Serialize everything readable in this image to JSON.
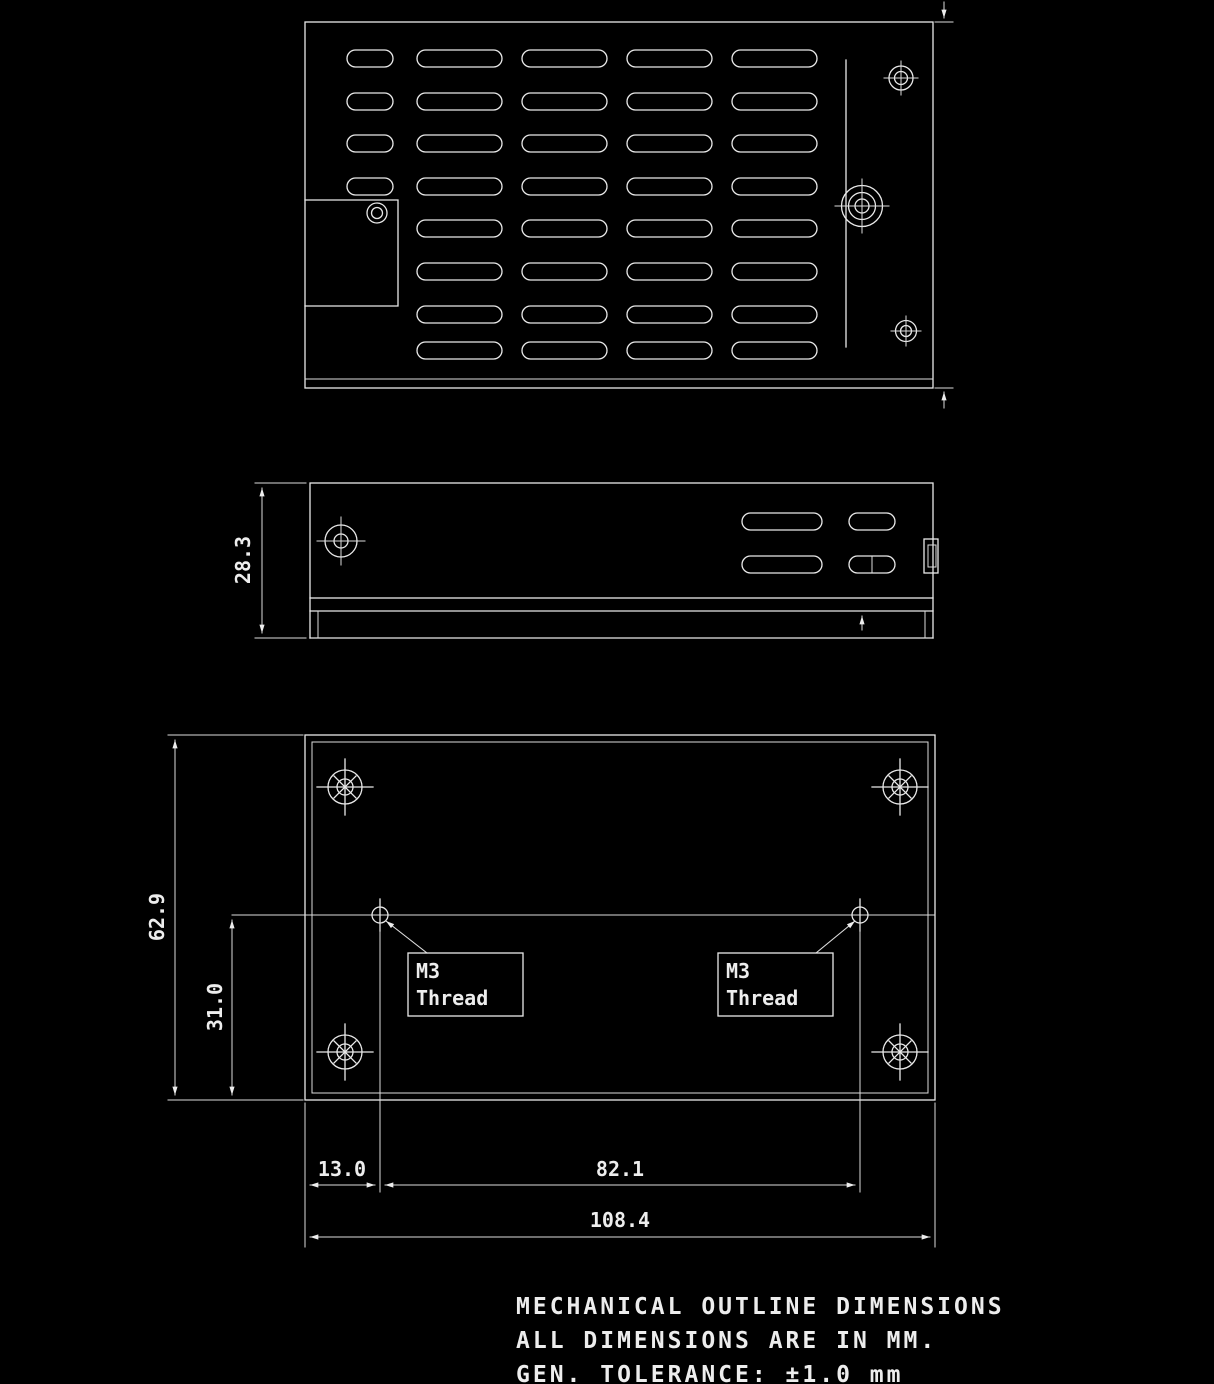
{
  "page": {
    "background": "#000000",
    "line_color": "#e9e9e9"
  },
  "views": {
    "side": {
      "dim_height": "28.3"
    },
    "bottom": {
      "dim_depth": "62.9",
      "dim_hole_y": "31.0",
      "dim_hole_x_offset": "13.0",
      "dim_hole_pitch": "82.1",
      "dim_length": "108.4",
      "thread_label_left": {
        "line1": "M3",
        "line2": "Thread"
      },
      "thread_label_right": {
        "line1": "M3",
        "line2": "Thread"
      }
    }
  },
  "notes": {
    "line1": "MECHANICAL OUTLINE DIMENSIONS",
    "line2": "ALL DIMENSIONS ARE IN MM.",
    "line3": "GEN. TOLERANCE: ±1.0 mm"
  }
}
